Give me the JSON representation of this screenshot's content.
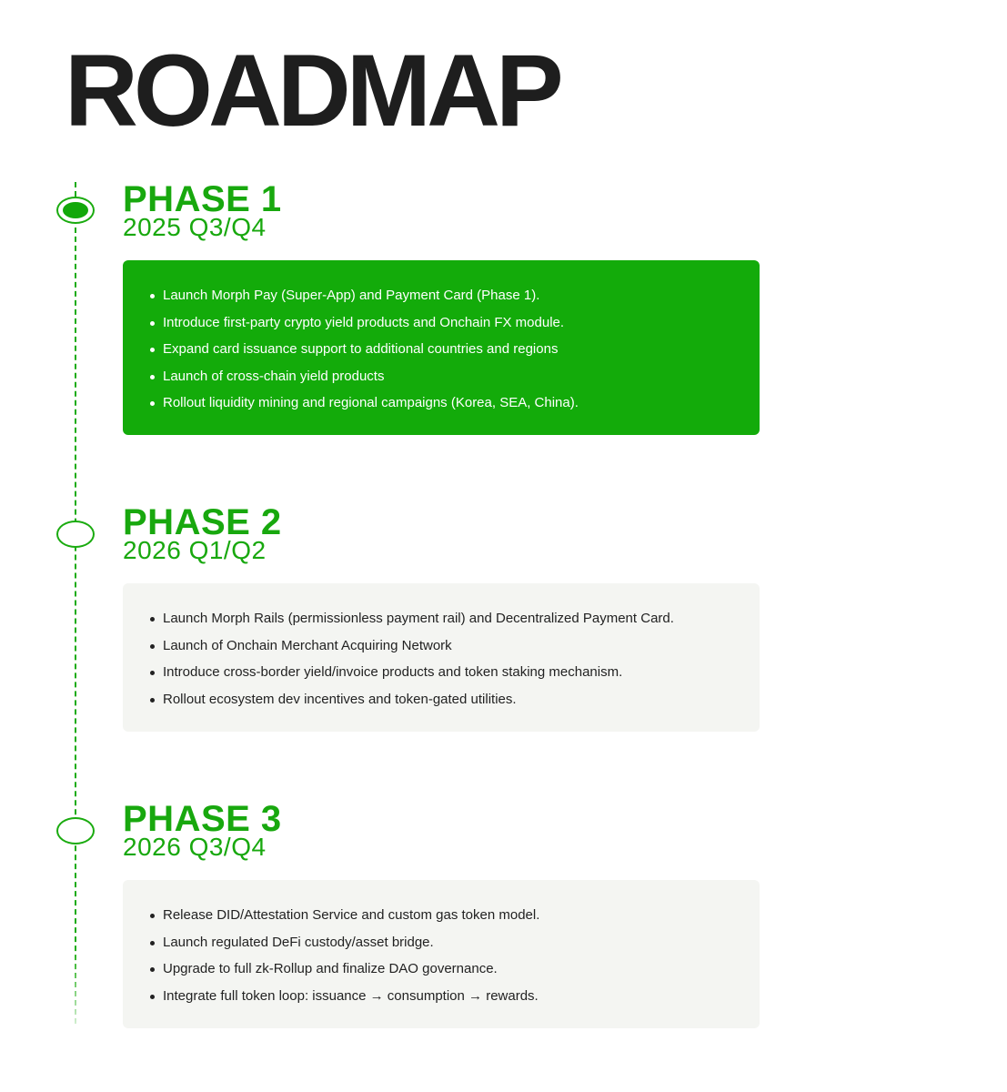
{
  "title": "ROADMAP",
  "colors": {
    "accent": "#18a80e",
    "active_card": "#13ab0a",
    "card_background": "#f4f5f2",
    "title": "#1e1e1e"
  },
  "phases": [
    {
      "name": "PHASE 1",
      "period": "2025 Q3/Q4",
      "active": true,
      "items": [
        "Launch Morph Pay (Super-App) and Payment Card (Phase 1).",
        "Introduce first-party crypto yield products and Onchain FX module.",
        "Expand card issuance support to additional countries and regions",
        "Launch of cross-chain yield products",
        "Rollout liquidity mining and regional campaigns (Korea, SEA, China)."
      ]
    },
    {
      "name": "PHASE 2",
      "period": "2026 Q1/Q2",
      "active": false,
      "items": [
        "Launch Morph Rails (permissionless payment rail) and Decentralized Payment Card.",
        "Launch of Onchain Merchant Acquiring Network",
        "Introduce cross-border yield/invoice products and token staking mechanism.",
        "Rollout ecosystem dev incentives and token-gated utilities."
      ]
    },
    {
      "name": "PHASE 3",
      "period": "2026 Q3/Q4",
      "active": false,
      "items": [
        "Release DID/Attestation Service and custom gas token model.",
        "Launch regulated DeFi custody/asset bridge.",
        "Upgrade to full zk-Rollup and finalize DAO governance.",
        "Integrate full token loop: issuance → consumption → rewards."
      ]
    }
  ]
}
